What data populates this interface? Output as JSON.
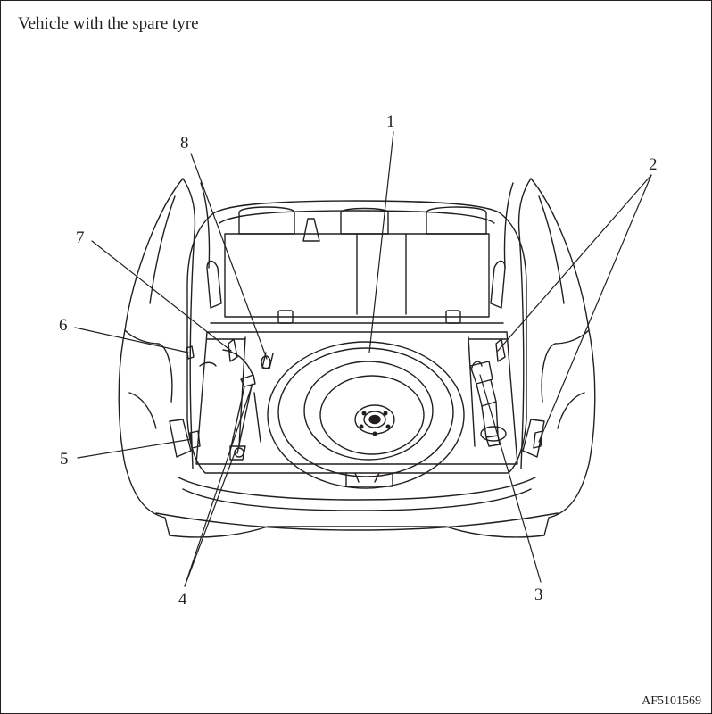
{
  "title": "Vehicle with the spare tyre",
  "figure_code": "AF5101569",
  "callouts": [
    {
      "id": "1",
      "label": "1"
    },
    {
      "id": "2",
      "label": "2"
    },
    {
      "id": "3",
      "label": "3"
    },
    {
      "id": "4",
      "label": "4"
    },
    {
      "id": "5",
      "label": "5"
    },
    {
      "id": "6",
      "label": "6"
    },
    {
      "id": "7",
      "label": "7"
    },
    {
      "id": "8",
      "label": "8"
    }
  ],
  "colors": {
    "line": "#231f20",
    "background": "#ffffff"
  }
}
